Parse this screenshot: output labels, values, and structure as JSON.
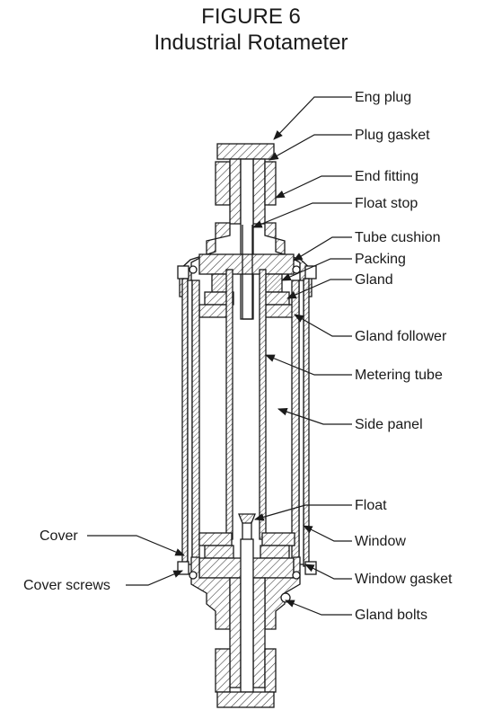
{
  "figure": {
    "number": "FIGURE 6",
    "title": "Industrial Rotameter"
  },
  "labels": {
    "eng_plug": "Eng plug",
    "plug_gasket": "Plug gasket",
    "end_fitting": "End fitting",
    "float_stop": "Float stop",
    "tube_cushion": "Tube cushion",
    "packing": "Packing",
    "gland": "Gland",
    "gland_follower": "Gland follower",
    "metering_tube": "Metering tube",
    "side_panel": "Side panel",
    "float": "Float",
    "window": "Window",
    "window_gasket": "Window gasket",
    "gland_bolts": "Gland bolts",
    "cover": "Cover",
    "cover_screws": "Cover screws"
  }
}
